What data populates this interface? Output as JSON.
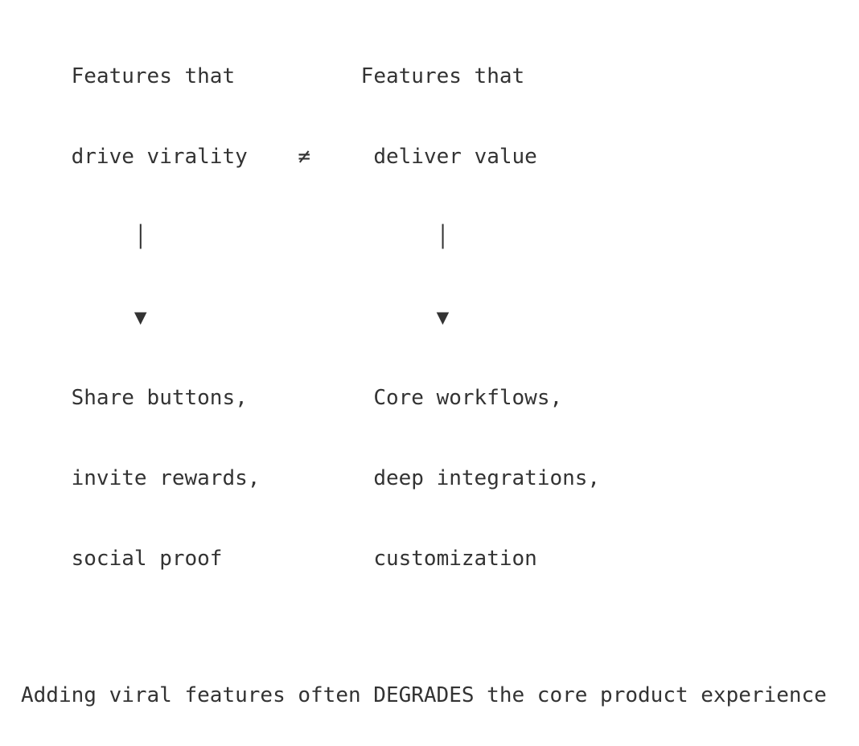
{
  "diagram": {
    "left": {
      "heading_line1": "Features that",
      "heading_line2": "drive virality",
      "connector": "│",
      "arrow": "▼",
      "items": [
        "Share buttons,",
        "invite rewards,",
        "social proof"
      ]
    },
    "relation": "≠",
    "right": {
      "heading_line1": "Features that",
      "heading_line2": "deliver value",
      "connector": "│",
      "arrow": "▼",
      "items": [
        "Core workflows,",
        "deep integrations,",
        "customization"
      ]
    },
    "conclusion": "Adding viral features often DEGRADES the core product experience"
  }
}
